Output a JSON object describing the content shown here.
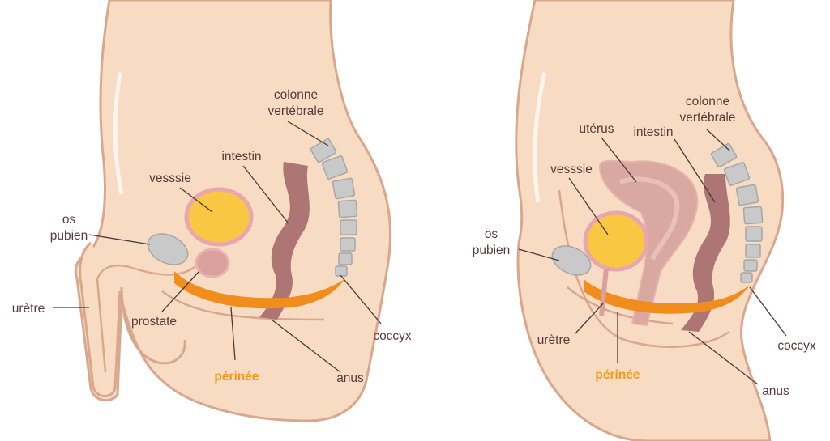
{
  "colors": {
    "skin": "#f7dcc3",
    "skin_outline": "#d9a78e",
    "bladder": "#f9c742",
    "bladder_outline": "#e7a6b0",
    "bone": "#c9c9c9",
    "intestine": "#ad7674",
    "perineum": "#f08d1d",
    "prostate": "#d9a09c",
    "uterus": "#d8a8a1",
    "label_text": "#5a3a3a",
    "label_highlight": "#f29a1f"
  },
  "male": {
    "colonne": [
      "colonne",
      "vertébrale"
    ],
    "intestin": "intestin",
    "vessie": "vesssie",
    "os_pubien": [
      "os",
      "pubien"
    ],
    "uretre": "urètre",
    "prostate": "prostate",
    "perinee": "périnée",
    "anus": "anus",
    "coccyx": "coccyx"
  },
  "female": {
    "colonne": [
      "colonne",
      "vertébrale"
    ],
    "uterus": "utérus",
    "intestin": "intestin",
    "vessie": "vesssie",
    "os_pubien": [
      "os",
      "pubien"
    ],
    "uretre": "urètre",
    "perinee": "périnée",
    "anus": "anus",
    "coccyx": "coccyx"
  }
}
